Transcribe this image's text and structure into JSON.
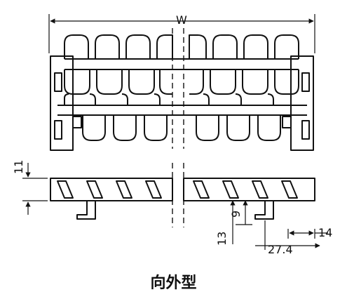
{
  "figure": {
    "caption": "向外型",
    "dimensions": {
      "width": "W",
      "height": "11",
      "nine": "9",
      "thirteen": "13",
      "pitch": "27.4",
      "fourteen": "14"
    },
    "colors": {
      "line": "#111111",
      "background": "#ffffff"
    }
  }
}
